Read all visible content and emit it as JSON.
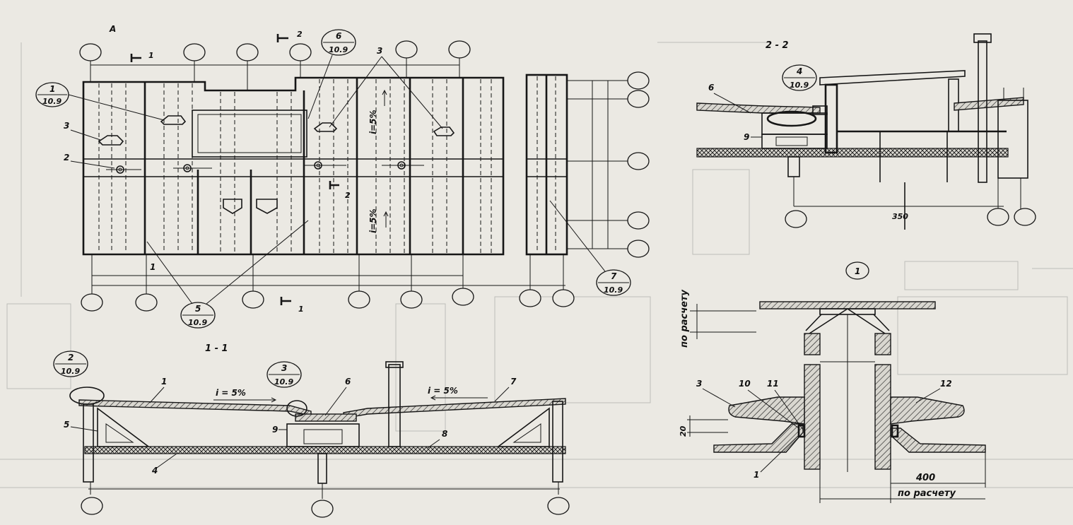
{
  "plan": {
    "title": "А",
    "section_marks": {
      "cut1": "1",
      "cut2": "2"
    },
    "slope": "i=5%",
    "labels": {
      "n1": "1",
      "n2": "2",
      "n3": "3"
    },
    "callouts": [
      {
        "num": "1",
        "sheet": "10.9"
      },
      {
        "num": "5",
        "sheet": "10.9"
      },
      {
        "num": "6",
        "sheet": "10.9"
      },
      {
        "num": "7",
        "sheet": "10.9"
      }
    ]
  },
  "section22": {
    "title": "2 - 2",
    "labels": {
      "n6": "6",
      "n9": "9"
    },
    "callout": {
      "num": "4",
      "sheet": "10.9"
    },
    "dim": "350"
  },
  "section11": {
    "title": "1 - 1",
    "slope_left": "i = 5%",
    "slope_right": "i = 5%",
    "labels": {
      "n1": "1",
      "n4": "4",
      "n5": "5",
      "n6": "6",
      "n7": "7",
      "n8": "8",
      "n9": "9"
    },
    "callouts": [
      {
        "num": "2",
        "sheet": "10.9"
      },
      {
        "num": "3",
        "sheet": "10.9"
      }
    ]
  },
  "detail1": {
    "title": "1",
    "note_vertical": "по расчету",
    "note_bottom": "по расчету",
    "dim_20": "20",
    "dim_400": "400",
    "labels": {
      "n1": "1",
      "n3": "3",
      "n10": "10",
      "n11": "11",
      "n12": "12"
    }
  }
}
